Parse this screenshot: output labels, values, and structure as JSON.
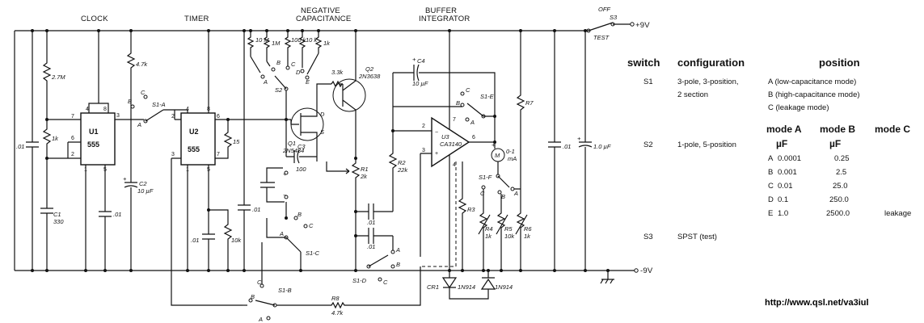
{
  "headings": {
    "clock": "CLOCK",
    "timer": "TIMER",
    "neg_cap_1": "NEGATIVE",
    "neg_cap_2": "CAPACITANCE",
    "buf_int_1": "BUFFER",
    "buf_int_2": "INTEGRATOR"
  },
  "ics": {
    "u1": {
      "name": "U1",
      "part": "555"
    },
    "u2": {
      "name": "U2",
      "part": "555"
    },
    "u3": {
      "name": "U3",
      "part": "CA3140"
    }
  },
  "transistors": {
    "q1": {
      "name": "Q1",
      "part": "2N5484"
    },
    "q2": {
      "name": "Q2",
      "part": "2N3638"
    }
  },
  "components": {
    "r_2m7": "2.7M",
    "r_1k_u1": "1k",
    "r_4k7": "4.7k",
    "c_01_left": ".01",
    "c1": "C1",
    "c1_val": "330",
    "c_01_u1": ".01",
    "c2": "C2",
    "c2_val": "10 µF",
    "r_15": "15",
    "c_01_u2": ".01",
    "c_01_u2b": ".01",
    "r_10k_u2": "10k",
    "r_10m": "10 M",
    "r_1m": "1M",
    "r_100k": "100 k",
    "r_10k": "10 k",
    "r_1k": "1k",
    "r_3k3": "3.3k",
    "c3": "C3",
    "c3_val": "100",
    "r1": "R1",
    "r1_val": "2k",
    "c_01_a": ".01",
    "c_01_b": ".01",
    "c4": "C4",
    "c4_val": "10 µF",
    "r2": "R2",
    "r2_val": "22k",
    "r3": "R3",
    "r7": "R7",
    "meter": "M",
    "meter_val": "0-1",
    "meter_unit": "mA",
    "r4": "R4",
    "r4_val": "1k",
    "r5": "R5",
    "r5_val": "10k",
    "r6": "R6",
    "r6_val": "1k",
    "cr1": "CR1",
    "d1": "1N914",
    "d2": "1N914",
    "r8": "R8",
    "r8_val": "4.7k",
    "c_01_right": ".01",
    "c_1uf": "1.0 µF"
  },
  "switches": {
    "s1a": "S1-A",
    "s1b": "S1-B",
    "s1c": "S1-C",
    "s1d": "S1-D",
    "s1e": "S1-E",
    "s1f": "S1-F",
    "s2": "S2",
    "s3": "S3",
    "off": "OFF",
    "test": "TEST"
  },
  "supply": {
    "plus": "+9V",
    "minus": "-9V"
  },
  "table": {
    "headers": {
      "switch": "switch",
      "configuration": "configuration",
      "position": "position"
    },
    "s1": {
      "name": "S1",
      "config_1": "3-pole, 3-position,",
      "config_2": "2 section",
      "pos_a": "A  (low-capacitance mode)",
      "pos_b": "B  (high-capacitance mode)",
      "pos_c": "C  (leakage mode)"
    },
    "mode_headers": {
      "a": "mode A",
      "b": "mode B",
      "c": "mode C",
      "unit_a": "µF",
      "unit_b": "µF"
    },
    "s2": {
      "name": "S2",
      "config": "1-pole, 5-position",
      "rows": [
        {
          "pos": "A",
          "a": "0.0001",
          "b": "0.25",
          "c": ""
        },
        {
          "pos": "B",
          "a": "0.001",
          "b": "2.5",
          "c": ""
        },
        {
          "pos": "C",
          "a": "0.01",
          "b": "25.0",
          "c": ""
        },
        {
          "pos": "D",
          "a": "0.1",
          "b": "250.0",
          "c": ""
        },
        {
          "pos": "E",
          "a": "1.0",
          "b": "2500.0",
          "c": "leakage"
        }
      ]
    },
    "s3": {
      "name": "S3",
      "config": "SPST (test)"
    }
  },
  "footer_url": "http://www.qsl.net/va3iul"
}
